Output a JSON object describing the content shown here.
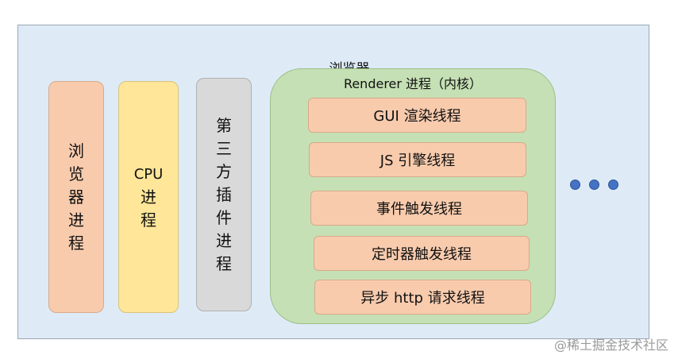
{
  "browser": {
    "title": "浏览器"
  },
  "processes": {
    "browser_process": [
      "浏",
      "览",
      "器",
      "进",
      "程"
    ],
    "cpu_process": [
      "CPU",
      "进",
      "程"
    ],
    "plugin_process": [
      "第",
      "三",
      "方",
      "插",
      "件",
      "进",
      "程"
    ]
  },
  "renderer": {
    "title": "Renderer 进程（内核）",
    "threads": [
      "GUI 渲染线程",
      "JS 引擎线程",
      "事件触发线程",
      "定时器触发线程",
      "异步 http 请求线程"
    ]
  },
  "watermark": "@稀土掘金技术社区",
  "colors": {
    "browser_bg": "#deebf7",
    "process_orange": "#f8cbad",
    "process_yellow": "#ffe699",
    "process_gray": "#d9d9d9",
    "renderer_green": "#c5e0b4",
    "dots_blue": "#4472c4"
  }
}
